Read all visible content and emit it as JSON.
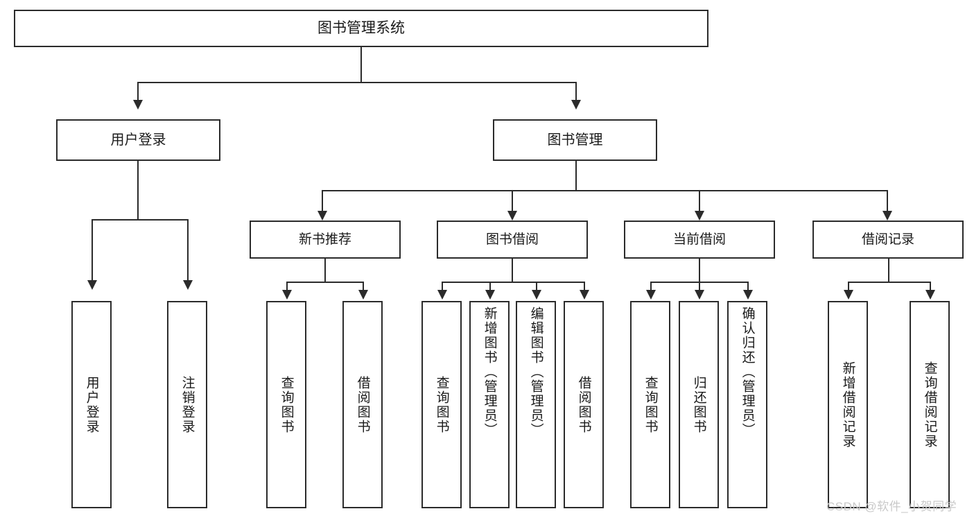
{
  "diagram": {
    "title": "图书管理系统",
    "type": "tree-hierarchy-diagram",
    "root": {
      "label": "图书管理系统"
    },
    "level1": [
      {
        "label": "用户登录"
      },
      {
        "label": "图书管理"
      }
    ],
    "level2": [
      {
        "label": "新书推荐",
        "parent": "图书管理"
      },
      {
        "label": "图书借阅",
        "parent": "图书管理"
      },
      {
        "label": "当前借阅",
        "parent": "图书管理"
      },
      {
        "label": "借阅记录",
        "parent": "图书管理"
      }
    ],
    "leaves": {
      "user_login": [
        {
          "label": "用户登录"
        },
        {
          "label": "注销登录"
        }
      ],
      "new_book_recommend": [
        {
          "label": "查询图书"
        },
        {
          "label": "借阅图书"
        }
      ],
      "book_borrow": [
        {
          "label": "查询图书"
        },
        {
          "label": "新增图书（管理员）"
        },
        {
          "label": "编辑图书（管理员）"
        },
        {
          "label": "借阅图书"
        }
      ],
      "current_borrow": [
        {
          "label": "查询图书"
        },
        {
          "label": "归还图书"
        },
        {
          "label": "确认归还（管理员）"
        }
      ],
      "borrow_record": [
        {
          "label": "新增借阅记录"
        },
        {
          "label": "查询借阅记录"
        }
      ]
    }
  },
  "watermark": {
    "text": "CSDN @软件_小贺同学"
  },
  "colors": {
    "stroke": "#2b2b2b",
    "background": "#ffffff",
    "text": "#1a1a1a",
    "watermark": "#c9c9c9"
  }
}
